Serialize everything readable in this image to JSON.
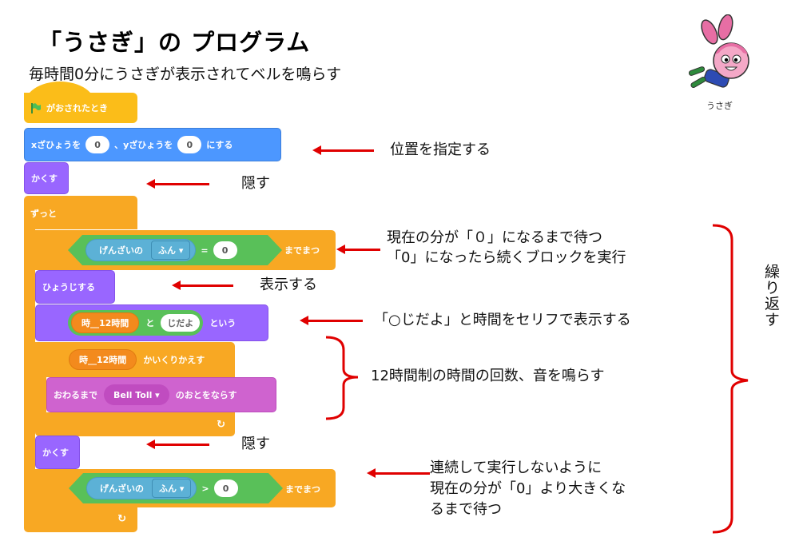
{
  "header": {
    "title": "「うさぎ」の プログラム",
    "subtitle": "毎時間0分にうさぎが表示されてベルを鳴らす"
  },
  "sprite": {
    "name": "うさぎ",
    "icon": "rabbit-character-icon"
  },
  "blocks": {
    "when_flag": {
      "icon": "green-flag-icon",
      "label": "がおされたとき"
    },
    "goto": {
      "prefix": "xざひょうを",
      "x": "0",
      "middle": "、yざひょうを",
      "y": "0",
      "suffix": "にする"
    },
    "hide1": {
      "label": "かくす"
    },
    "forever": {
      "label": "ずっと"
    },
    "wait1": {
      "sensing": "げんざいの",
      "dropdown": "ふん ▾",
      "op": "=",
      "value": "0",
      "suffix": "までまつ"
    },
    "show": {
      "label": "ひょうじする"
    },
    "say": {
      "var": "時__12時間",
      "join": "と",
      "text": "じだよ",
      "suffix": "という"
    },
    "repeat": {
      "var": "時__12時間",
      "suffix": "かいくりかえす"
    },
    "play_sound": {
      "prefix": "おわるまで",
      "sound": "Bell Toll ▾",
      "suffix": "のおとをならす"
    },
    "hide2": {
      "label": "かくす"
    },
    "wait2": {
      "sensing": "げんざいの",
      "dropdown": "ふん ▾",
      "op": ">",
      "value": "0",
      "suffix": "までまつ"
    },
    "loop_arrow": "↻"
  },
  "annotations": {
    "position": "位置を指定する",
    "hide1": "隠す",
    "wait1_line1": "現在の分が「０」になるまで待つ",
    "wait1_line2": "「0」になったら続くブロックを実行",
    "show": "表示する",
    "say": "「○じだよ」と時間をセリフで表示する",
    "repeat": "12時間制の時間の回数、音を鳴らす",
    "hide2": "隠す",
    "wait2_line1": "連続して実行しないように",
    "wait2_line2": "現在の分が「0」より大きくな",
    "wait2_line3": "るまで待つ",
    "loop": "繰り返す"
  },
  "colors": {
    "events": "#fbbd19",
    "motion": "#4c97ff",
    "looks": "#9966ff",
    "control": "#f8a823",
    "sound": "#cf63cf",
    "operators": "#59c059",
    "sensing": "#5cb1d6",
    "variables": "#f38a1d",
    "annotation_red": "#e00000"
  }
}
